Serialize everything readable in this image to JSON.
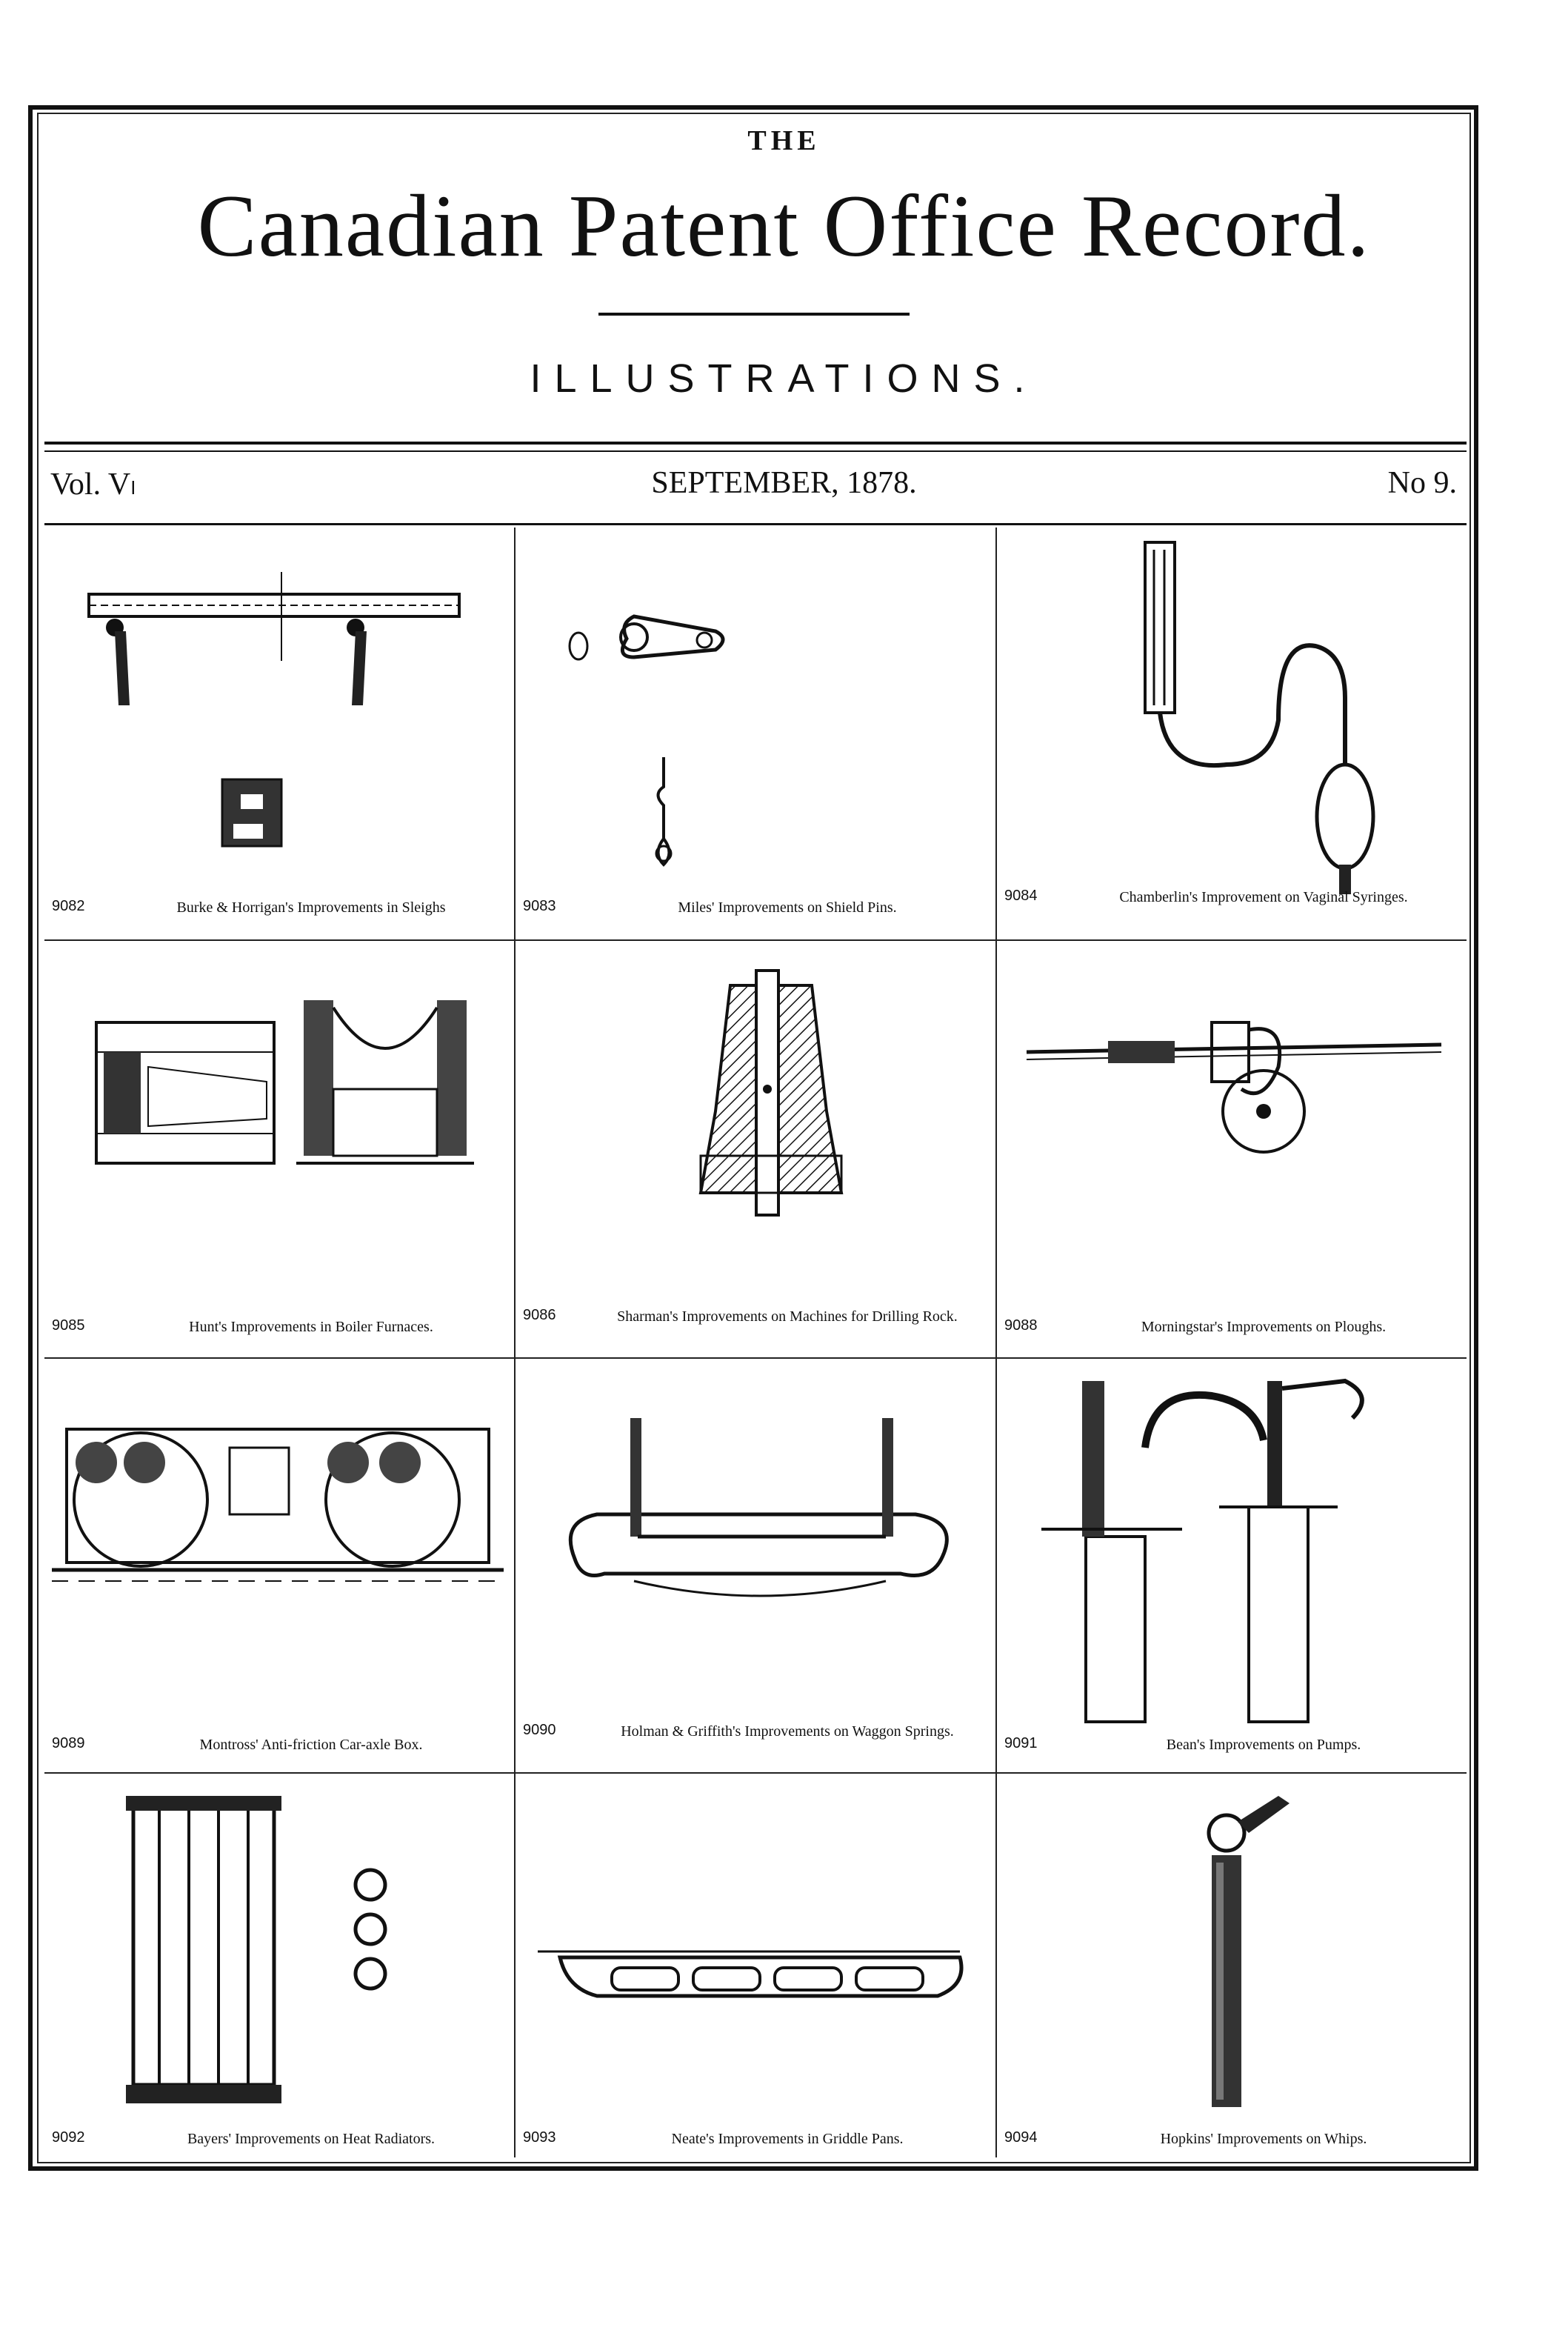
{
  "header": {
    "the": "THE",
    "title": "Canadian Patent Office Record.",
    "subtitle": "ILLUSTRATIONS.",
    "volume": "Vol. Vₗ",
    "date": "SEPTEMBER, 1878.",
    "number": "No 9."
  },
  "plates": [
    {
      "number": "9082",
      "caption": "Burke & Horrigan's Improvements in Sleighs"
    },
    {
      "number": "9083",
      "caption": "Miles' Improvements on Shield Pins."
    },
    {
      "number": "9084",
      "caption": "Chamberlin's Improvement on Vaginal Syringes."
    },
    {
      "number": "9085",
      "caption": "Hunt's Improvements in Boiler Furnaces."
    },
    {
      "number": "9086",
      "caption": "Sharman's Improvements on Machines for Drilling Rock."
    },
    {
      "number": "9088",
      "caption": "Morningstar's Improvements on Ploughs."
    },
    {
      "number": "9089",
      "caption": "Montross' Anti-friction Car-axle Box."
    },
    {
      "number": "9090",
      "caption": "Holman & Griffith's Improvements on Waggon Springs."
    },
    {
      "number": "9091",
      "caption": "Bean's Improvements on Pumps."
    },
    {
      "number": "9092",
      "caption": "Bayers' Improvements on Heat Radiators."
    },
    {
      "number": "9093",
      "caption": "Neate's Improvements in Griddle Pans."
    },
    {
      "number": "9094",
      "caption": "Hopkins' Improvements on Whips."
    }
  ]
}
